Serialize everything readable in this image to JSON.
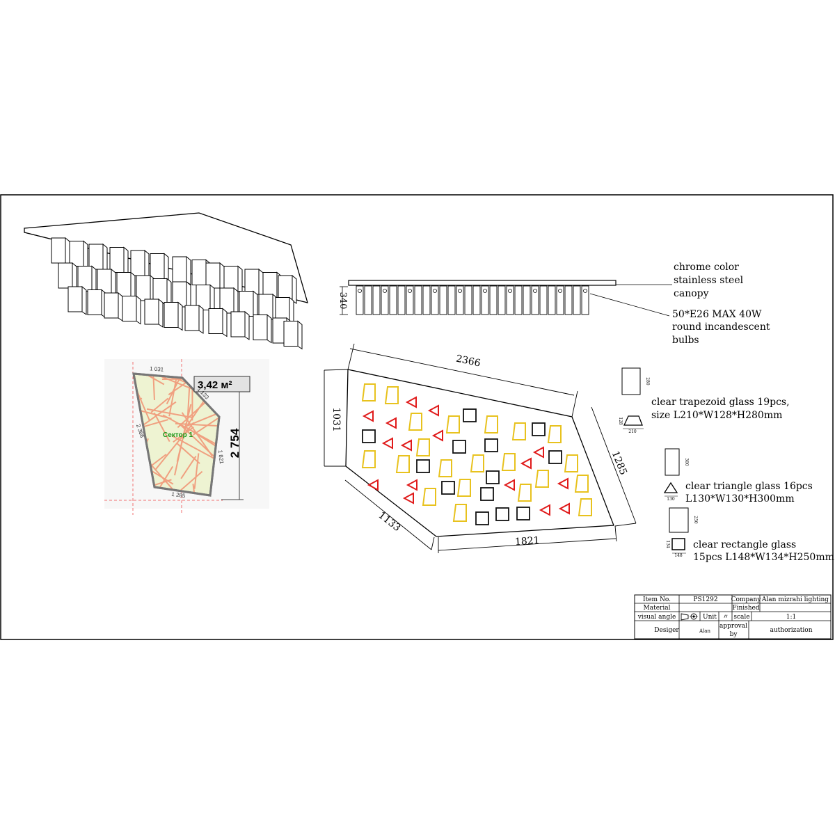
{
  "callouts": {
    "canopy": [
      "chrome color",
      "stainless steel",
      "canopy"
    ],
    "bulbs": [
      "50*E26  MAX 40W",
      "round incandescent",
      "bulbs"
    ]
  },
  "dims": {
    "side_height": "340",
    "top": "2366",
    "left_upper": "1031",
    "left_lower": "1133",
    "bottom": "1821",
    "right": "1285"
  },
  "sector_plan": {
    "area": "3,42 м²",
    "height": "2 754",
    "label": "Сектор 1",
    "d_top": "1 031",
    "d_top_right": "1 133",
    "d_left": "2 366",
    "d_right": "1 821",
    "d_bottom": "1 285"
  },
  "glass": {
    "trap_text": [
      "clear trapezoid glass 19pcs,",
      "size L210*W128*H280mm"
    ],
    "trap_dims": {
      "h": "280",
      "w": "210",
      "d": "128"
    },
    "tri_text": [
      "clear triangle glass 16pcs",
      "L130*W130*H300mm"
    ],
    "tri_dims": {
      "h": "300",
      "w": "130"
    },
    "rect_text": [
      "clear rectangle glass",
      "15pcs L148*W134*H250mm"
    ],
    "rect_dims": {
      "h": "250",
      "w": "148",
      "d": "134"
    }
  },
  "colors": {
    "trapezoid": "#e8c21e",
    "triangle": "#e01a1a",
    "rectangle": "#111111"
  },
  "titleblock": {
    "item_no_label": "Item No.",
    "item_no": "PS1292",
    "company_label": "Company",
    "company": "Alan mizrahi lighting",
    "material_label": "Material",
    "material": "",
    "finished_label": "Finished",
    "finished": "",
    "visual_angle_label": "visual angle",
    "unit_label": "Unit",
    "unit": "〃",
    "scale_label": "scale",
    "scale": "1:1",
    "designer_label": "Desiger",
    "designer": "Alan",
    "approval_label": [
      "approval",
      "by"
    ],
    "authorization_label": "authorization"
  }
}
